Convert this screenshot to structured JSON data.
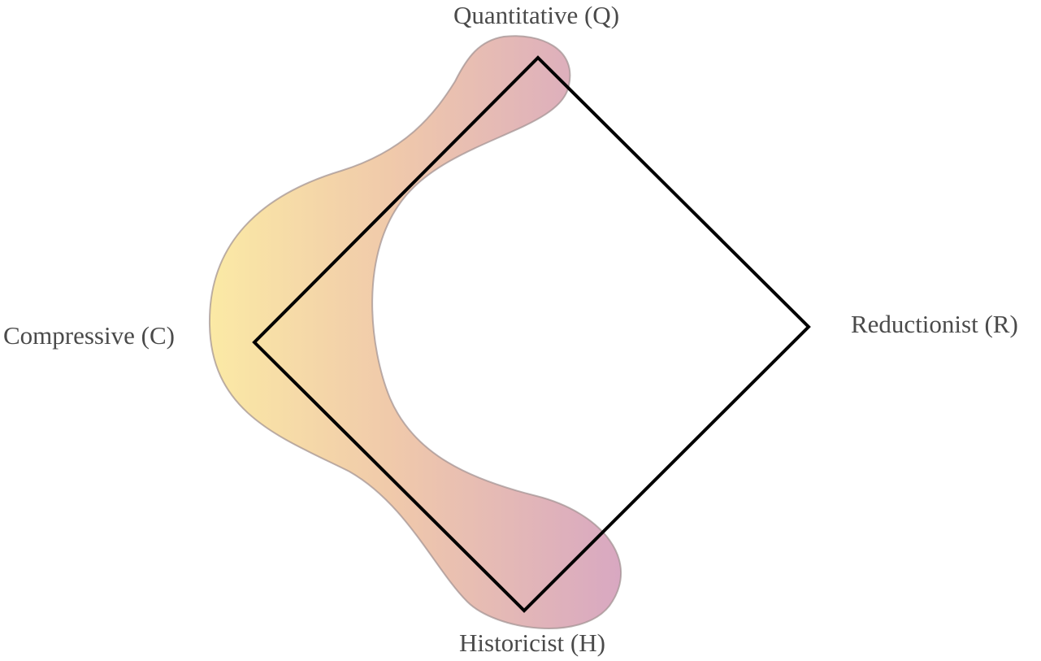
{
  "vertices": {
    "quantitative": "Quantitative (Q)",
    "reductionist": "Reductionist (R)",
    "compressive": "Compressive (C)",
    "historicist": "Historicist (H)"
  },
  "colors": {
    "blob_gradient_start": "#fbe9a0",
    "blob_gradient_end": "#d6a3be",
    "blob_outline": "#a09090",
    "diamond_stroke": "#000000",
    "label_text": "#4a4a4a"
  }
}
